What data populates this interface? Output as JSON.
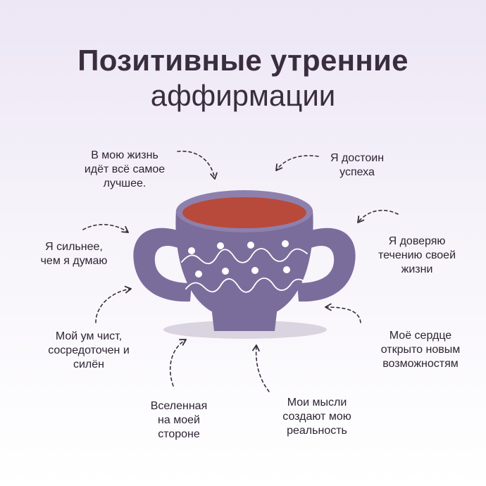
{
  "title": {
    "line1": "Позитивные утренние",
    "line2": "аффирмации"
  },
  "affirmations": [
    "В мою жизнь\nидёт всё самое\nлучшее.",
    "Я достоин\nуспеха",
    "Я сильнее,\nчем я думаю",
    "Я доверяю\nтечению своей\nжизни",
    "Мой ум чист,\nсосредоточен и\nсилён",
    "Моё сердце\nоткрыто новым\nвозможностям",
    "Вселенная\nна моей\nстороне",
    "Мои мысли\nсоздают мою\nреальность"
  ],
  "colors": {
    "cup": "#7b6d9b",
    "cup_rim": "#8e80ad",
    "tea": "#b84a3c",
    "shadow": "#d9d4e0",
    "arrow": "#3a2d3f",
    "title": "#3a2d3f"
  },
  "icons": [
    "cup-illustration",
    "dashed-arrow"
  ]
}
